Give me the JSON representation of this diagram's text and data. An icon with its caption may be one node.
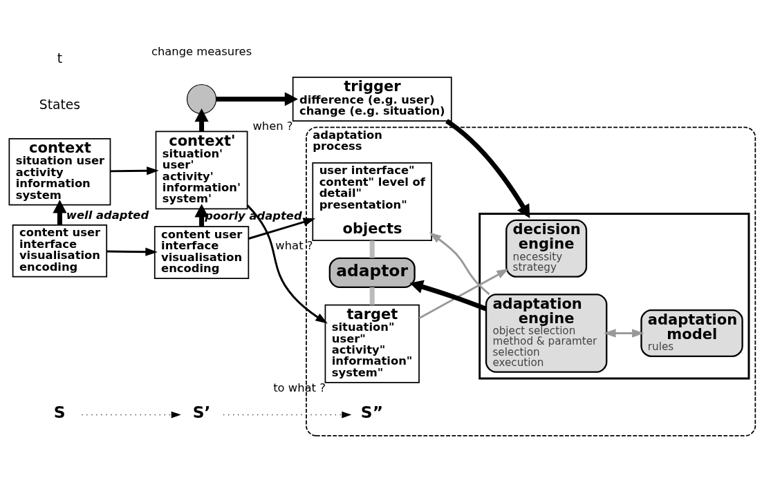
{
  "diagram": {
    "nodes": [
      {
        "text": [
          "adaptation process"
        ]
      },
      {
        "text": [],
        "shape": "circle",
        "beside": [
          "change measures"
        ]
      },
      {
        "text": [
          "trigger",
          "difference (e.g. user) change (e.g. situation)"
        ],
        "beside": [
          "when ?"
        ]
      },
      {
        "text": [
          "context",
          "situation user activity information system"
        ]
      },
      {
        "text": [
          "context'",
          "situation' user' activity' information' system'"
        ]
      },
      {
        "text": [
          "content user interface visualisation encoding"
        ]
      },
      {
        "text": [
          "content user interface visualisation encoding"
        ]
      },
      {
        "text": [
          "S"
        ]
      },
      {
        "text": [
          "S’"
        ]
      },
      {
        "text": [
          "target",
          "situation\" user\" activity\" information\" system\""
        ],
        "in": 0,
        "beside": [
          "to what ?"
        ]
      },
      {
        "text": [
          "adaptor"
        ],
        "in": 0
      },
      {
        "text": [
          "user interface\" content\" level of detail\" presentation\"",
          "objects"
        ],
        "in": 0,
        "beside": [
          "what ?"
        ]
      },
      {
        "text": [
          "S”"
        ],
        "in": 0
      },
      {
        "text": [],
        "shape": "box",
        "in": 0
      },
      {
        "text": [
          "decision engine",
          "necessity strategy"
        ],
        "in": 13
      },
      {
        "text": [
          "adaptation engine",
          "object selection method & paramter selection execution"
        ],
        "in": 13
      },
      {
        "text": [
          "adaptation model",
          "rules"
        ],
        "in": 13
      }
    ],
    "edges": [
      {
        "from": 3,
        "to": 4,
        "arrow": "to"
      },
      {
        "from": 4,
        "to": 9,
        "arrow": "to"
      },
      {
        "from": 5,
        "to": 6,
        "arrow": "to"
      },
      {
        "from": 6,
        "to": 11,
        "arrow": "to"
      },
      {
        "from": 5,
        "to": 3,
        "arrow": "to",
        "label": "well adapted",
        "style": "thick"
      },
      {
        "from": 6,
        "to": 4,
        "arrow": "to",
        "label": "poorly adapted",
        "style": "thick"
      },
      {
        "from": 4,
        "to": 1,
        "arrow": "to",
        "style": "thick"
      },
      {
        "from": 1,
        "to": 2,
        "arrow": "to",
        "style": "thick"
      },
      {
        "from": 2,
        "to": 13,
        "arrow": "to",
        "style": "thick"
      },
      {
        "from": 9,
        "to": 14,
        "arrow": "to",
        "color": "#999999"
      },
      {
        "from": 15,
        "to": 10,
        "arrow": "to",
        "style": "thick"
      },
      {
        "from": 15,
        "to": 11,
        "arrow": "to",
        "color": "#999999"
      },
      {
        "from": 15,
        "to": 16,
        "arrow": "both",
        "color": "#999999"
      },
      {
        "from": 9,
        "to": 10,
        "arrow": "none",
        "style": "thick",
        "color": "#bbbbbb"
      },
      {
        "from": 10,
        "to": 11,
        "arrow": "none",
        "style": "thick",
        "color": "#bbbbbb"
      },
      {
        "from": 7,
        "to": 8,
        "arrow": "to",
        "style": "dashed"
      },
      {
        "from": 8,
        "to": 12,
        "arrow": "to",
        "style": "dashed"
      }
    ],
    "labels": [
      "States",
      "t"
    ]
  }
}
